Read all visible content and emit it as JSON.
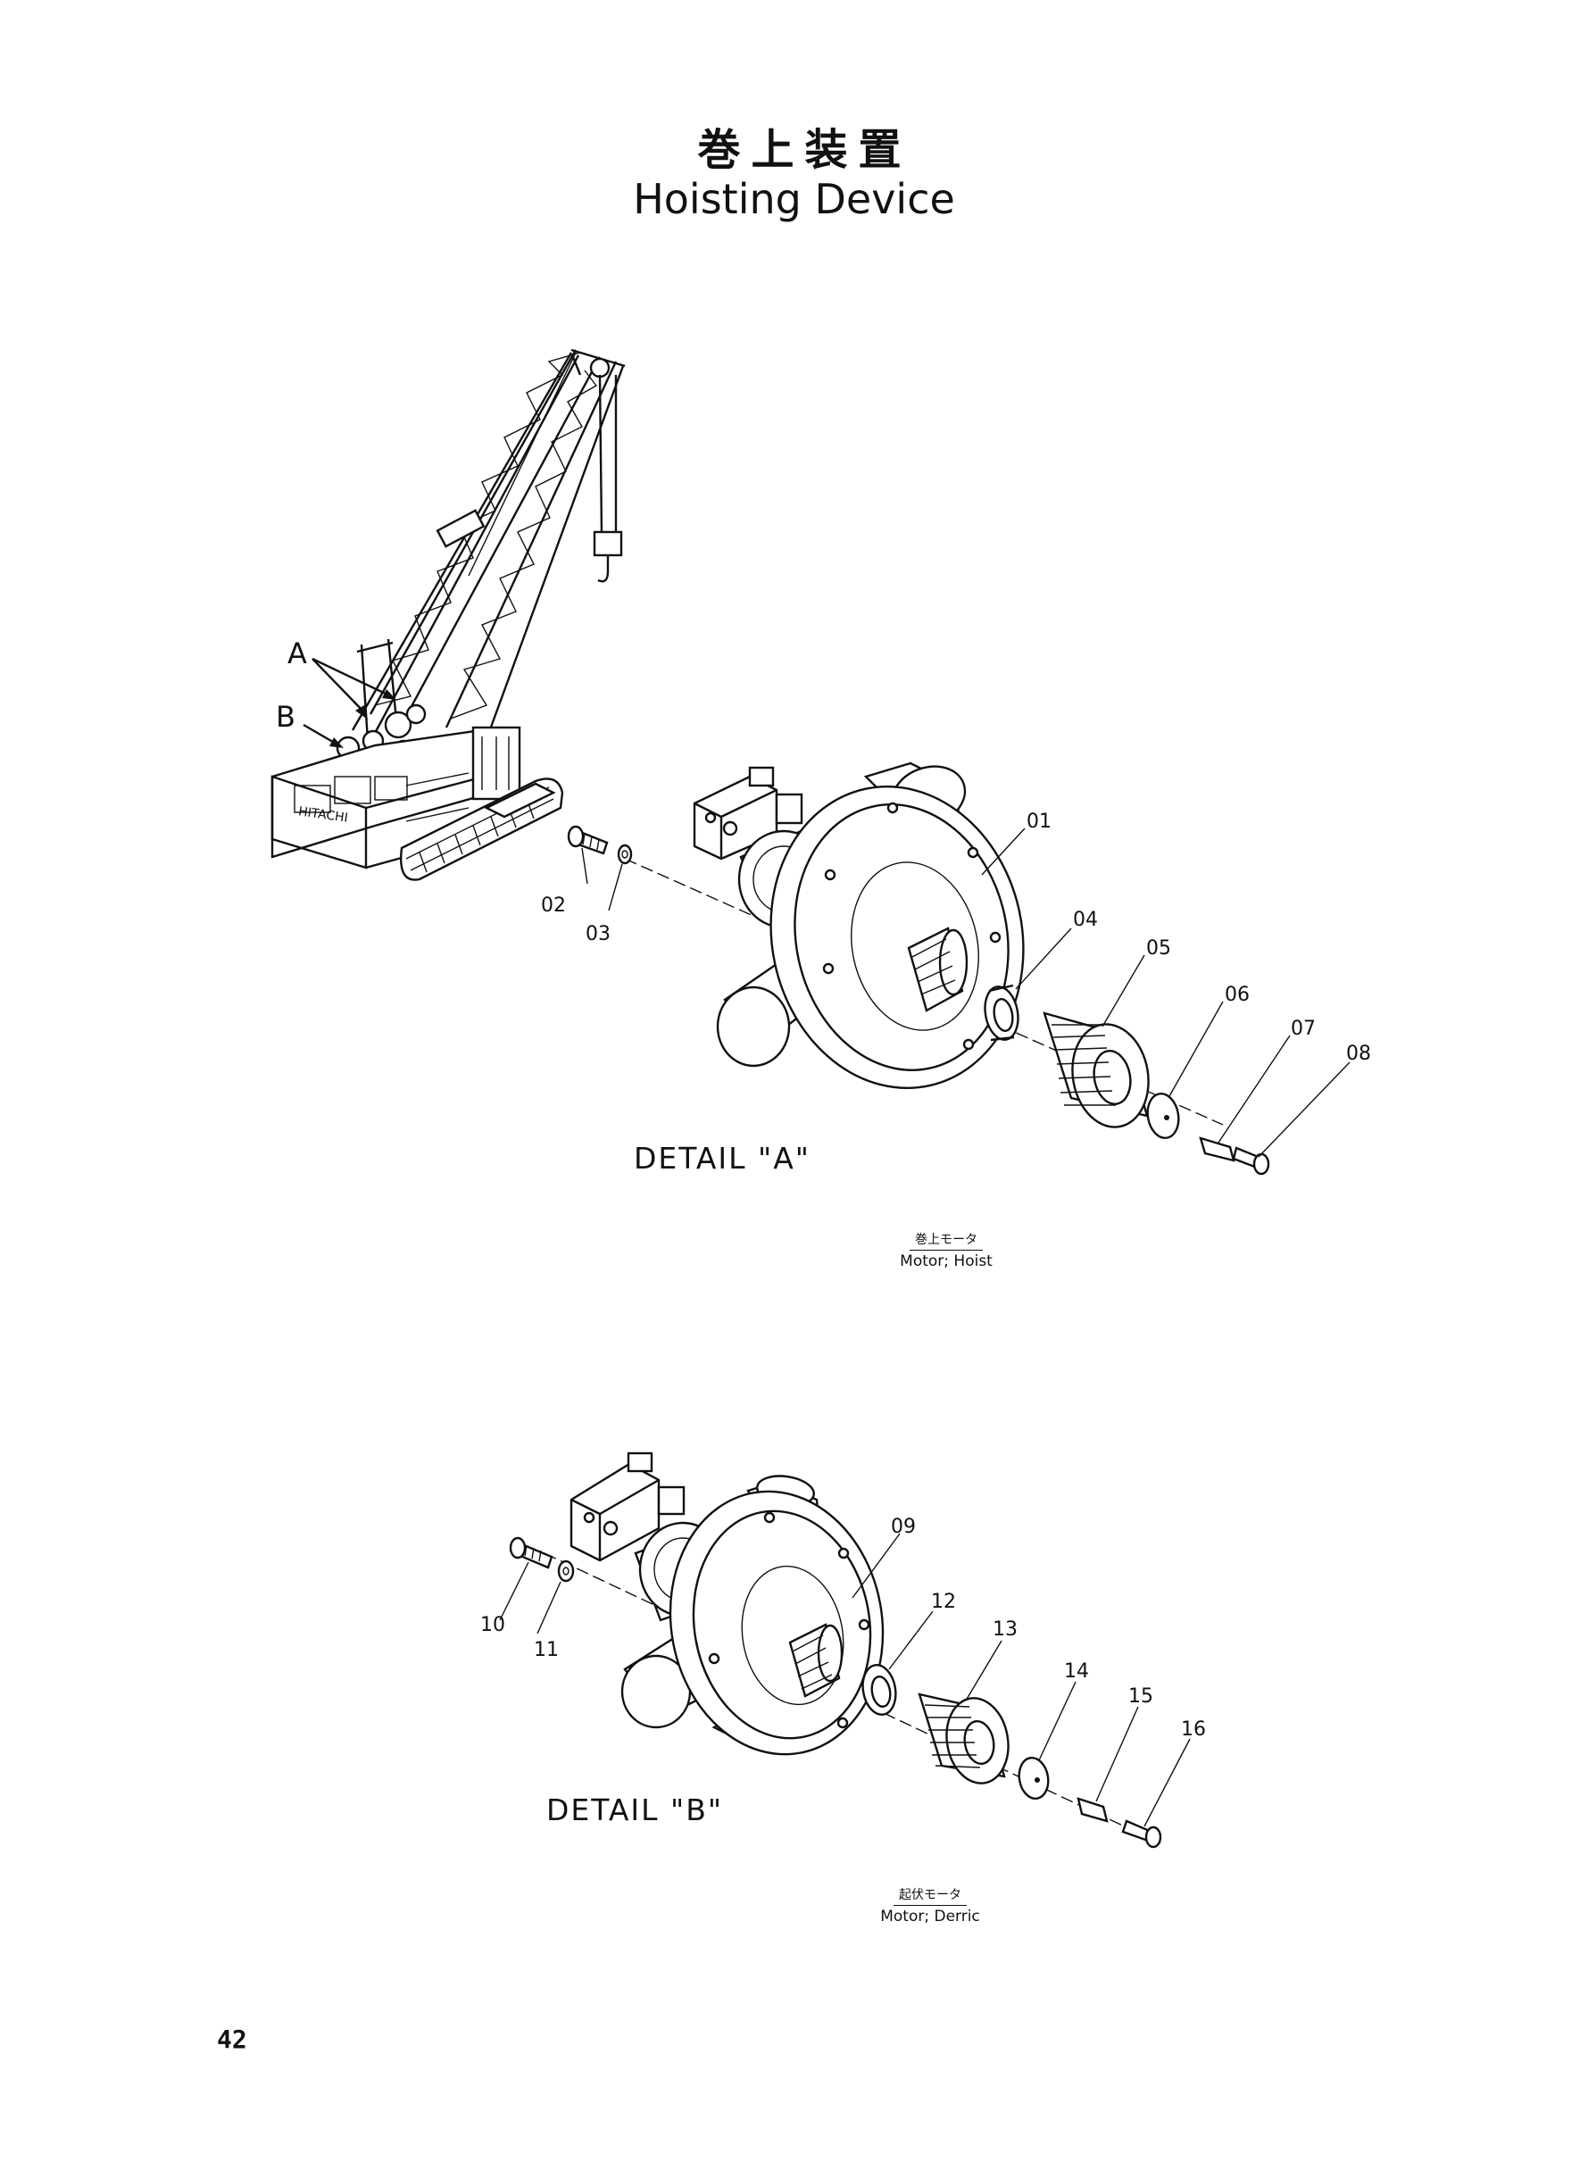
{
  "title": {
    "japanese": "巻上装置",
    "english": "Hoisting Device"
  },
  "crane": {
    "brand_text": "HITACHI",
    "marker_a": "A",
    "marker_b": "B"
  },
  "detail_a": {
    "label": "DETAIL \"A\"",
    "caption_jp": "巻上モータ",
    "caption_en": "Motor; Hoist",
    "callouts": [
      "01",
      "02",
      "03",
      "04",
      "05",
      "06",
      "07",
      "08"
    ]
  },
  "detail_b": {
    "label": "DETAIL \"B\"",
    "caption_jp": "起伏モータ",
    "caption_en": "Motor; Derric",
    "callouts": [
      "09",
      "10",
      "11",
      "12",
      "13",
      "14",
      "15",
      "16"
    ]
  },
  "page_number": "42"
}
